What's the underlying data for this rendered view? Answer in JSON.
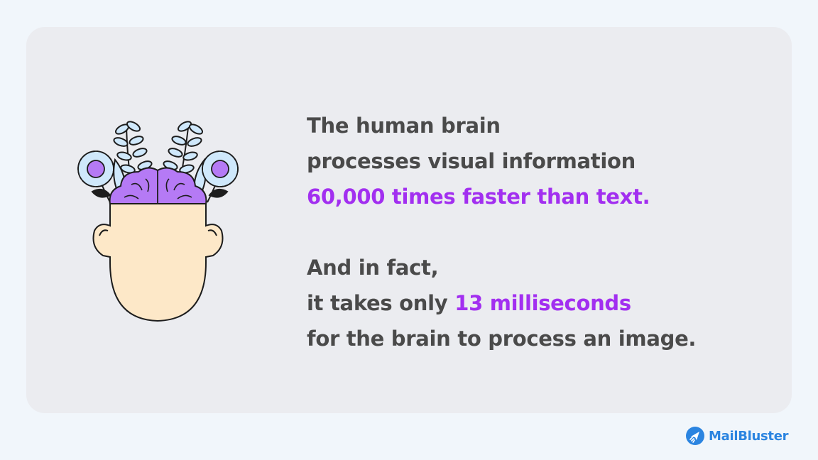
{
  "colors": {
    "page_bg": "#f1f6fb",
    "card_bg": "#ebecf0",
    "text": "#4a4a4a",
    "highlight": "#a22ff0",
    "brain": "#b57af5",
    "face": "#fde8c8",
    "leaf": "#cfe8fb",
    "brand": "#2b84e0"
  },
  "illustration": {
    "icon": "head-with-brain-and-flowers"
  },
  "paragraph1": {
    "line1": "The human brain",
    "line2": "processes visual information",
    "line3_highlight": "60,000 times faster than text."
  },
  "paragraph2": {
    "line1": "And in fact,",
    "line2_prefix": "it takes only ",
    "line2_highlight": "13 milliseconds",
    "line3": "for the brain to process an image."
  },
  "brand": {
    "name": "MailBluster",
    "icon": "paper-plane-icon"
  }
}
